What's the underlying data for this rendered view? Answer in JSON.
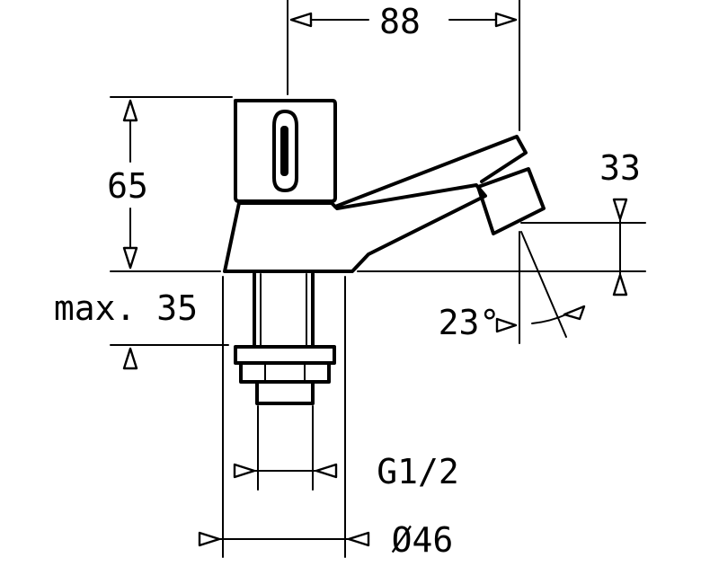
{
  "drawing": {
    "dimensions": {
      "width": "88",
      "height": "65",
      "spout_height": "33",
      "max_thickness": "max. 35",
      "angle": "23°",
      "thread": "G1/2",
      "diameter": "Ø46"
    }
  }
}
